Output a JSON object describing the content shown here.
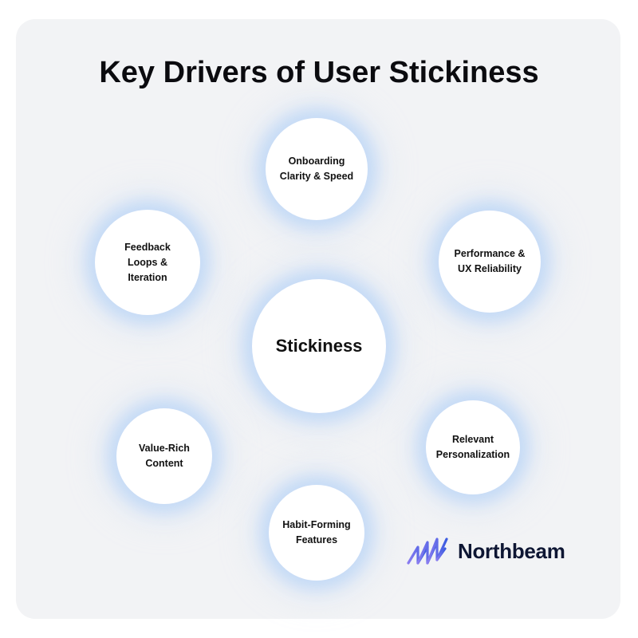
{
  "title": "Key Drivers of User Stickiness",
  "center": {
    "label": "Stickiness"
  },
  "drivers": [
    {
      "label": "Onboarding\nClarity & Speed"
    },
    {
      "label": "Performance &\nUX Reliability"
    },
    {
      "label": "Relevant\nPersonalization"
    },
    {
      "label": "Habit-Forming\nFeatures"
    },
    {
      "label": "Value-Rich\nContent"
    },
    {
      "label": "Feedback\nLoops &\nIteration"
    }
  ],
  "brand": {
    "name": "Northbeam",
    "icon": "northbeam-logo-icon",
    "colors": {
      "logo_gradient_start": "#8a7cf0",
      "logo_gradient_end": "#3a5be0",
      "text": "#0e1633"
    }
  },
  "colors": {
    "card_background": "#f2f3f5",
    "node_fill": "#ffffff",
    "node_glow": "#adcdf5",
    "title_text": "#0b0b0f"
  }
}
